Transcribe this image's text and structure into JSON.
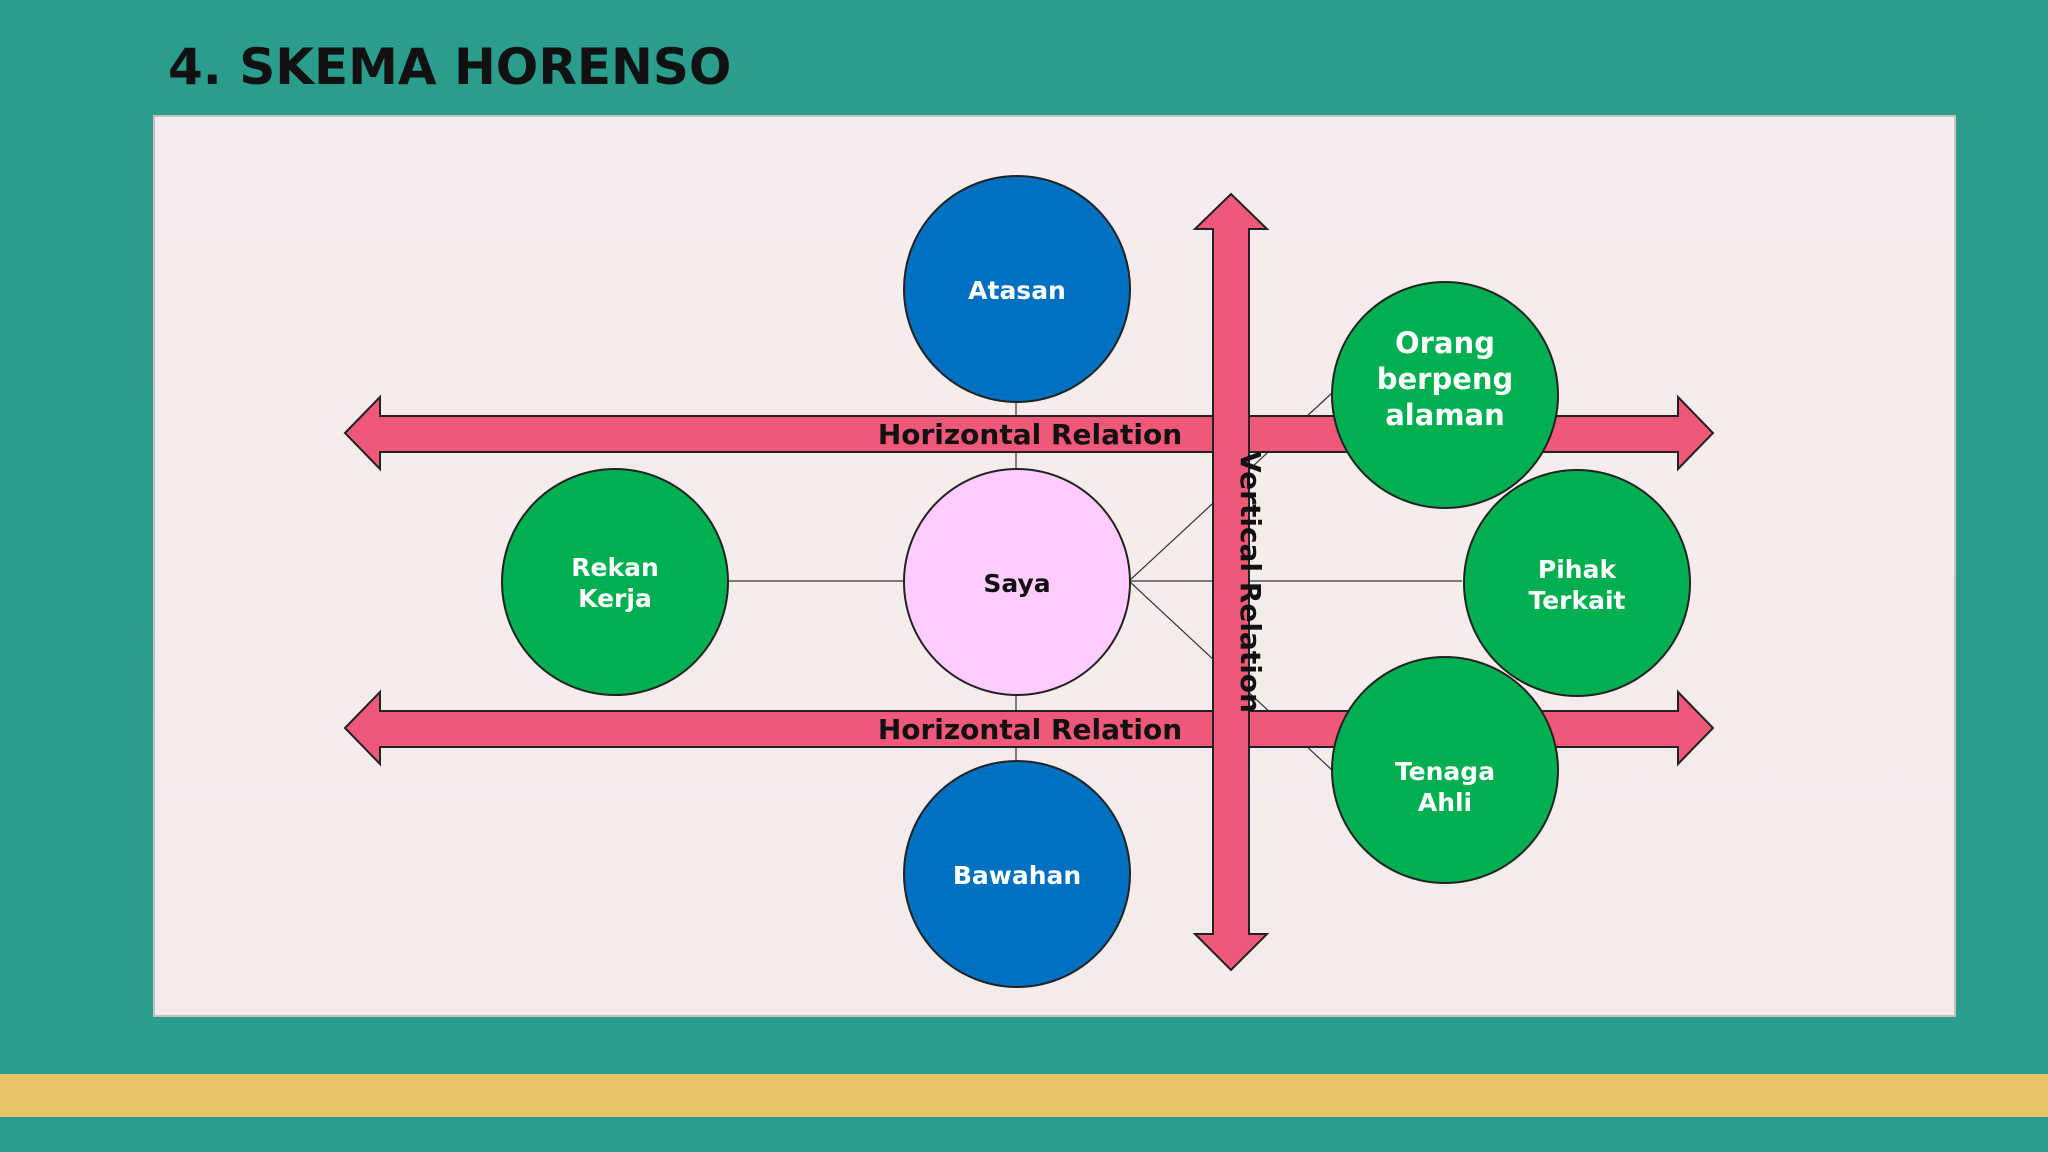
{
  "slide": {
    "title": "4. SKEMA HORENSO"
  },
  "diagram": {
    "nodes": {
      "atasan": {
        "label": "Atasan",
        "color": "#0070c0"
      },
      "saya": {
        "label": "Saya",
        "color": "#ffccff"
      },
      "bawahan": {
        "label": "Bawahan",
        "color": "#0070c0"
      },
      "rekan_kerja": {
        "lines": [
          "Rekan",
          "Kerja"
        ],
        "color": "#00b050"
      },
      "orang_berpengalaman": {
        "lines": [
          "Orang",
          "berpeng",
          "alaman"
        ],
        "color": "#00b050"
      },
      "pihak_terkait": {
        "lines": [
          "Pihak",
          "Terkait"
        ],
        "color": "#00b050"
      },
      "tenaga_ahli": {
        "lines": [
          "Tenaga",
          "Ahli"
        ],
        "color": "#00b050"
      }
    },
    "arrows": {
      "horizontal_top_label": "Horizontal Relation",
      "horizontal_bottom_label": "Horizontal Relation",
      "vertical_label": "Vertical Relation",
      "color": "#f0587a"
    }
  },
  "colors": {
    "background": "#2a9d8c",
    "panel": "#f6eced",
    "accent_band": "#e9c46a"
  }
}
